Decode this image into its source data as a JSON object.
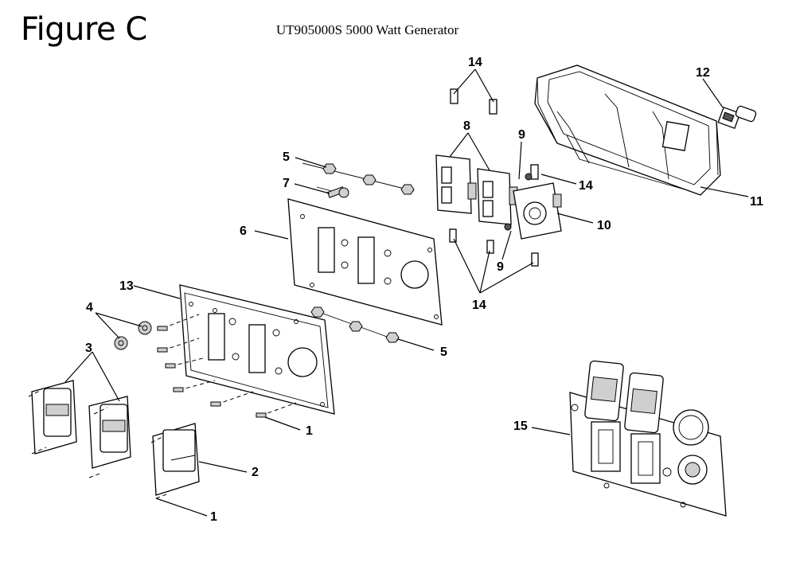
{
  "figure_label": "Figure C",
  "title": "UT905000S 5000 Watt Generator",
  "callouts": {
    "c1a": "1",
    "c1b": "1",
    "c2": "2",
    "c3": "3",
    "c4": "4",
    "c5a": "5",
    "c5b": "5",
    "c6": "6",
    "c7": "7",
    "c8": "8",
    "c9a": "9",
    "c9b": "9",
    "c10": "10",
    "c11": "11",
    "c12": "12",
    "c13": "13",
    "c14a": "14",
    "c14b": "14",
    "c14c": "14",
    "c15": "15"
  }
}
